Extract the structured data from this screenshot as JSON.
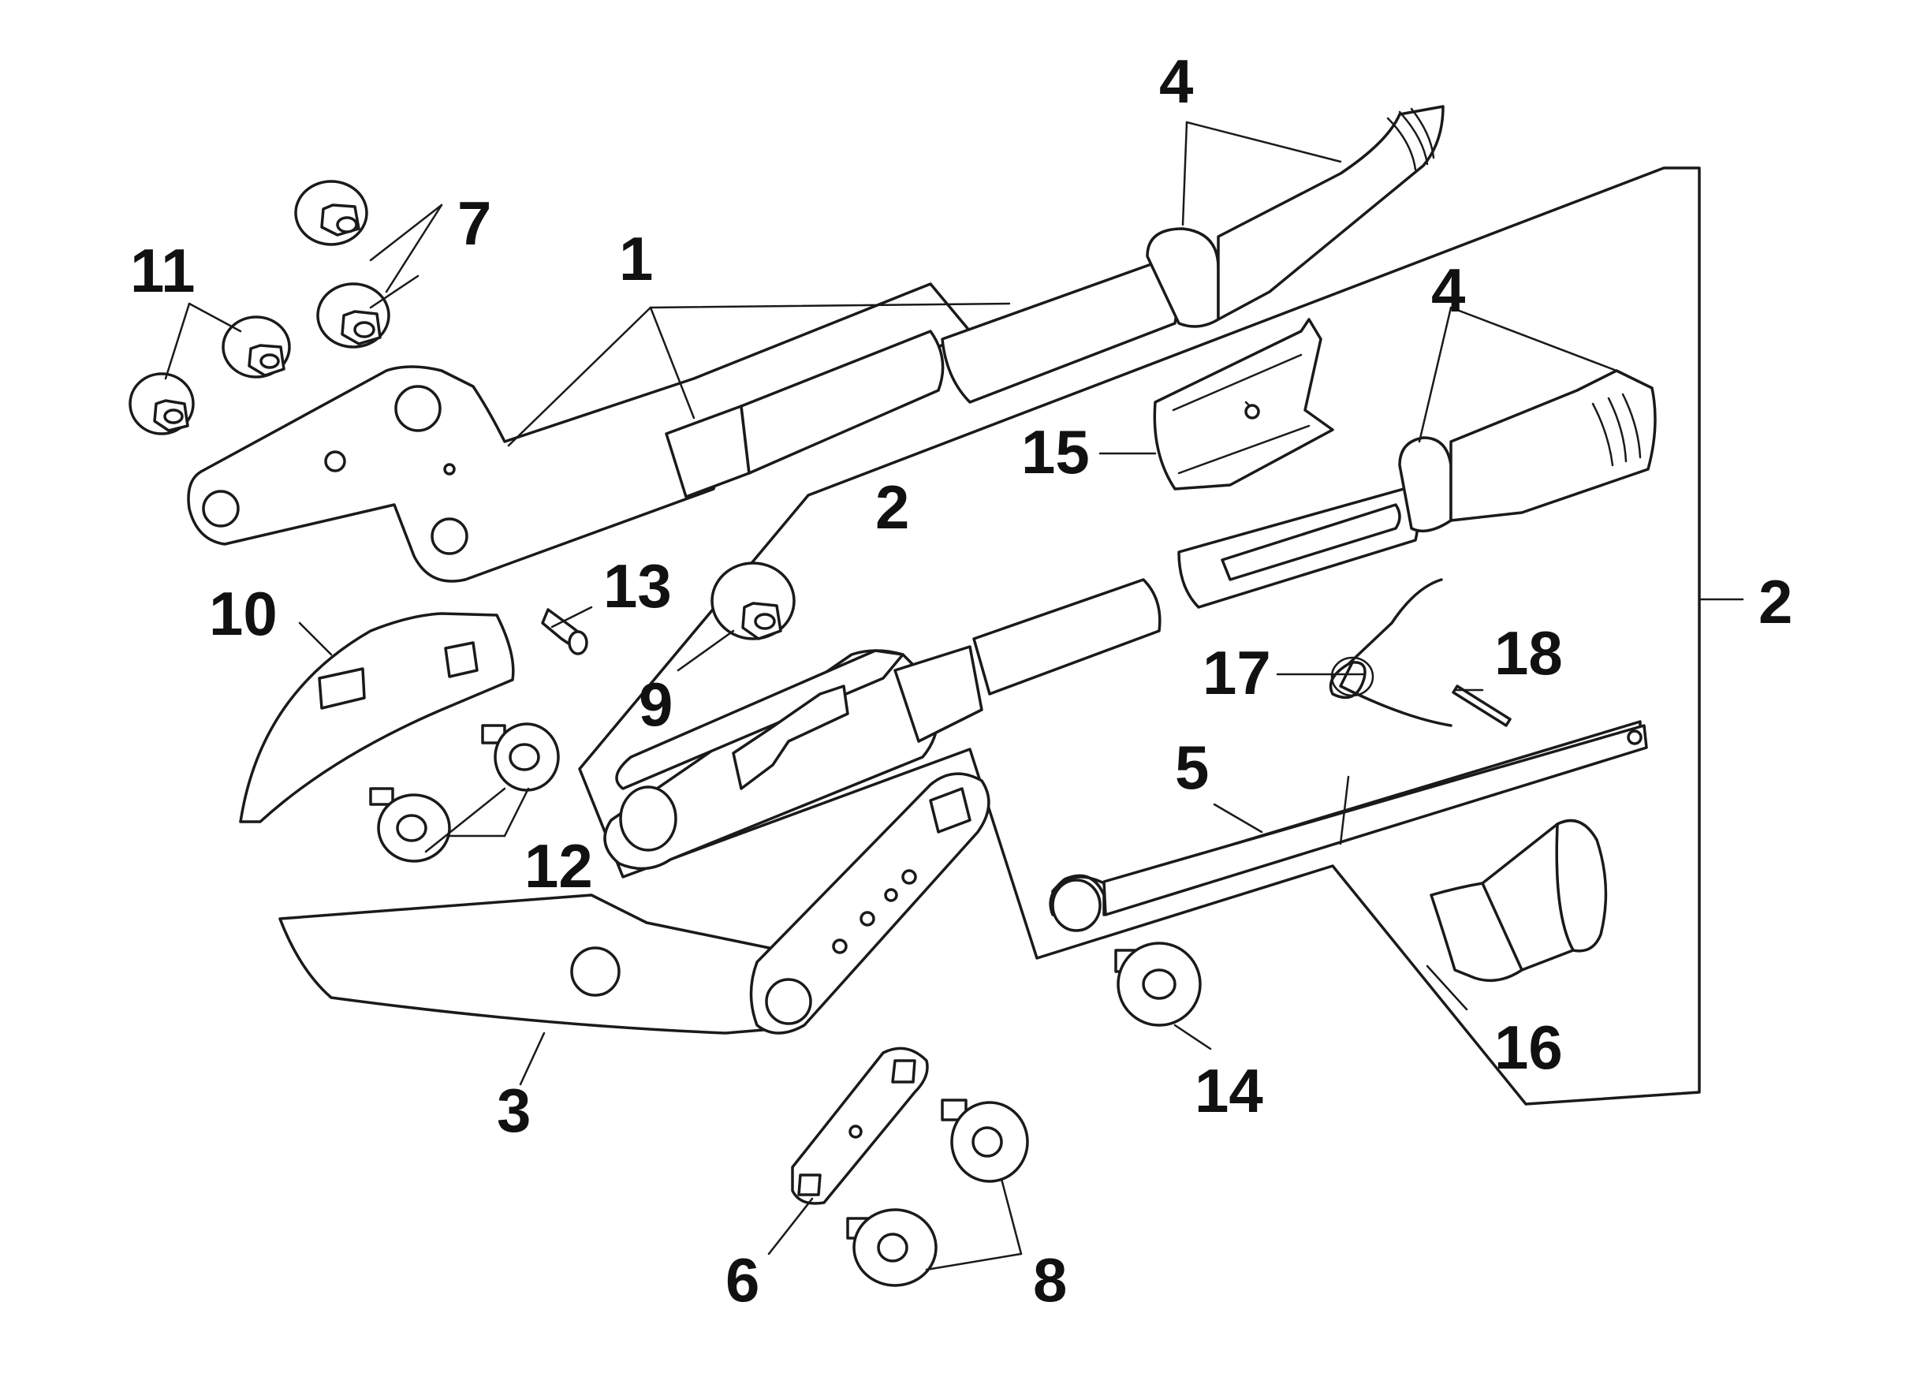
{
  "callouts": {
    "c1": "1",
    "c2a": "2",
    "c2b": "2",
    "c3": "3",
    "c4a": "4",
    "c4b": "4",
    "c5": "5",
    "c6": "6",
    "c7": "7",
    "c8": "8",
    "c9": "9",
    "c10": "10",
    "c11": "11",
    "c12": "12",
    "c13": "13",
    "c14": "14",
    "c15": "15",
    "c16": "16",
    "c17": "17",
    "c18": "18"
  }
}
